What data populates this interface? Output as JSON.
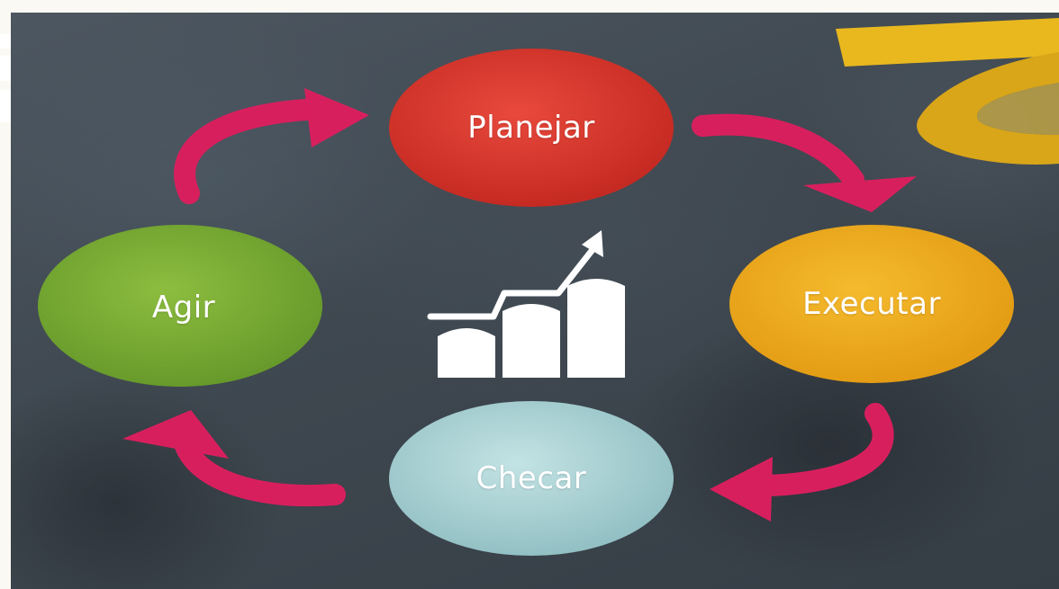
{
  "diagram": {
    "nodes": [
      {
        "id": "planejar",
        "label": "Planejar",
        "color": "#d8352c"
      },
      {
        "id": "executar",
        "label": "Executar",
        "color": "#eeac1e"
      },
      {
        "id": "checar",
        "label": "Checar",
        "color": "#a9d1d4"
      },
      {
        "id": "agir",
        "label": "Agir",
        "color": "#7aab35"
      }
    ],
    "arrow_color": "#d81f5e",
    "center_icon": "growth-chart-icon",
    "ribbon_color": "#e8b81e"
  }
}
